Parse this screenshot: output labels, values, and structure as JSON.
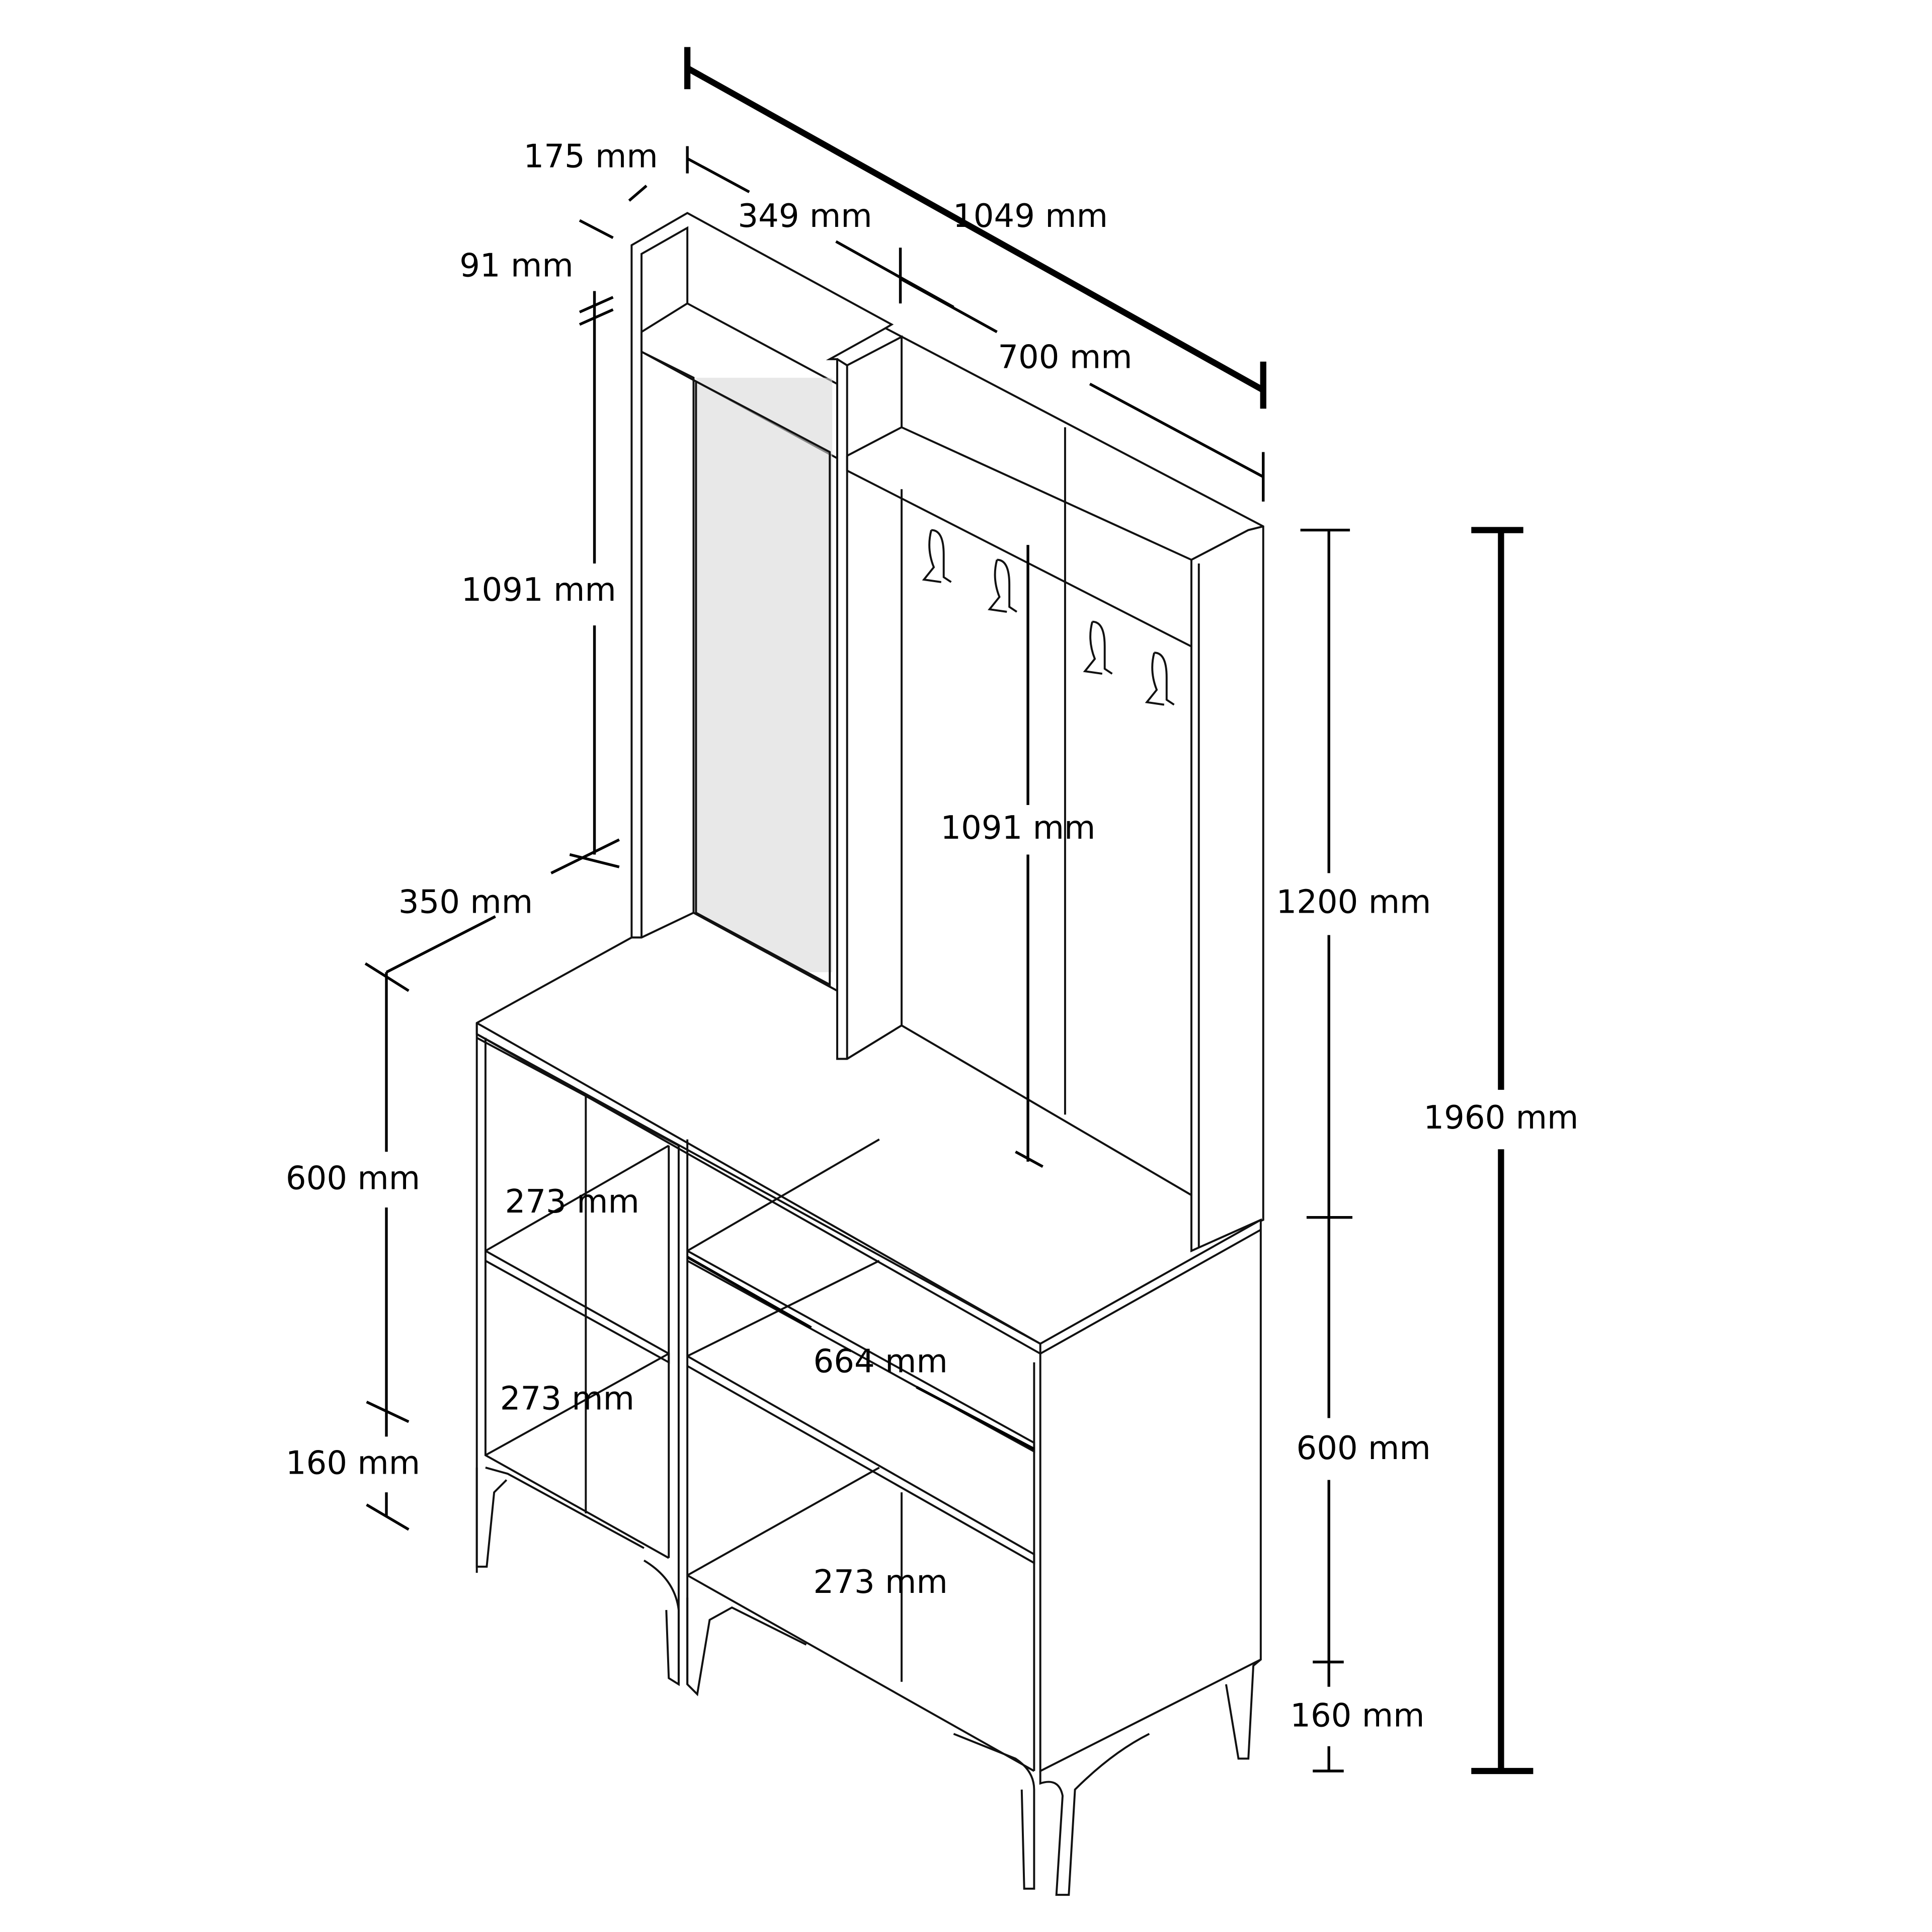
{
  "title": "Hall stand dimensions drawing",
  "dimensions": {
    "depth_top": "175 mm",
    "hutch_left_width": "349 mm",
    "total_width": "1049 mm",
    "shelf_height": "91 mm",
    "hutch_right_width": "700 mm",
    "left_panel_height": "1091  mm",
    "right_panel_height": "1091 mm",
    "cabinet_depth": "350 mm",
    "hutch_height": "1200 mm",
    "total_height": "1960 mm",
    "left_cabinet_height": "600  mm",
    "left_upper_compartment": "273  mm",
    "center_width": "664 mm",
    "left_lower_compartment": "273 mm",
    "right_cabinet_height": "600 mm",
    "left_leg_height": "160  mm",
    "right_lower_compartment": "273 mm",
    "right_leg_height": "160 mm"
  }
}
